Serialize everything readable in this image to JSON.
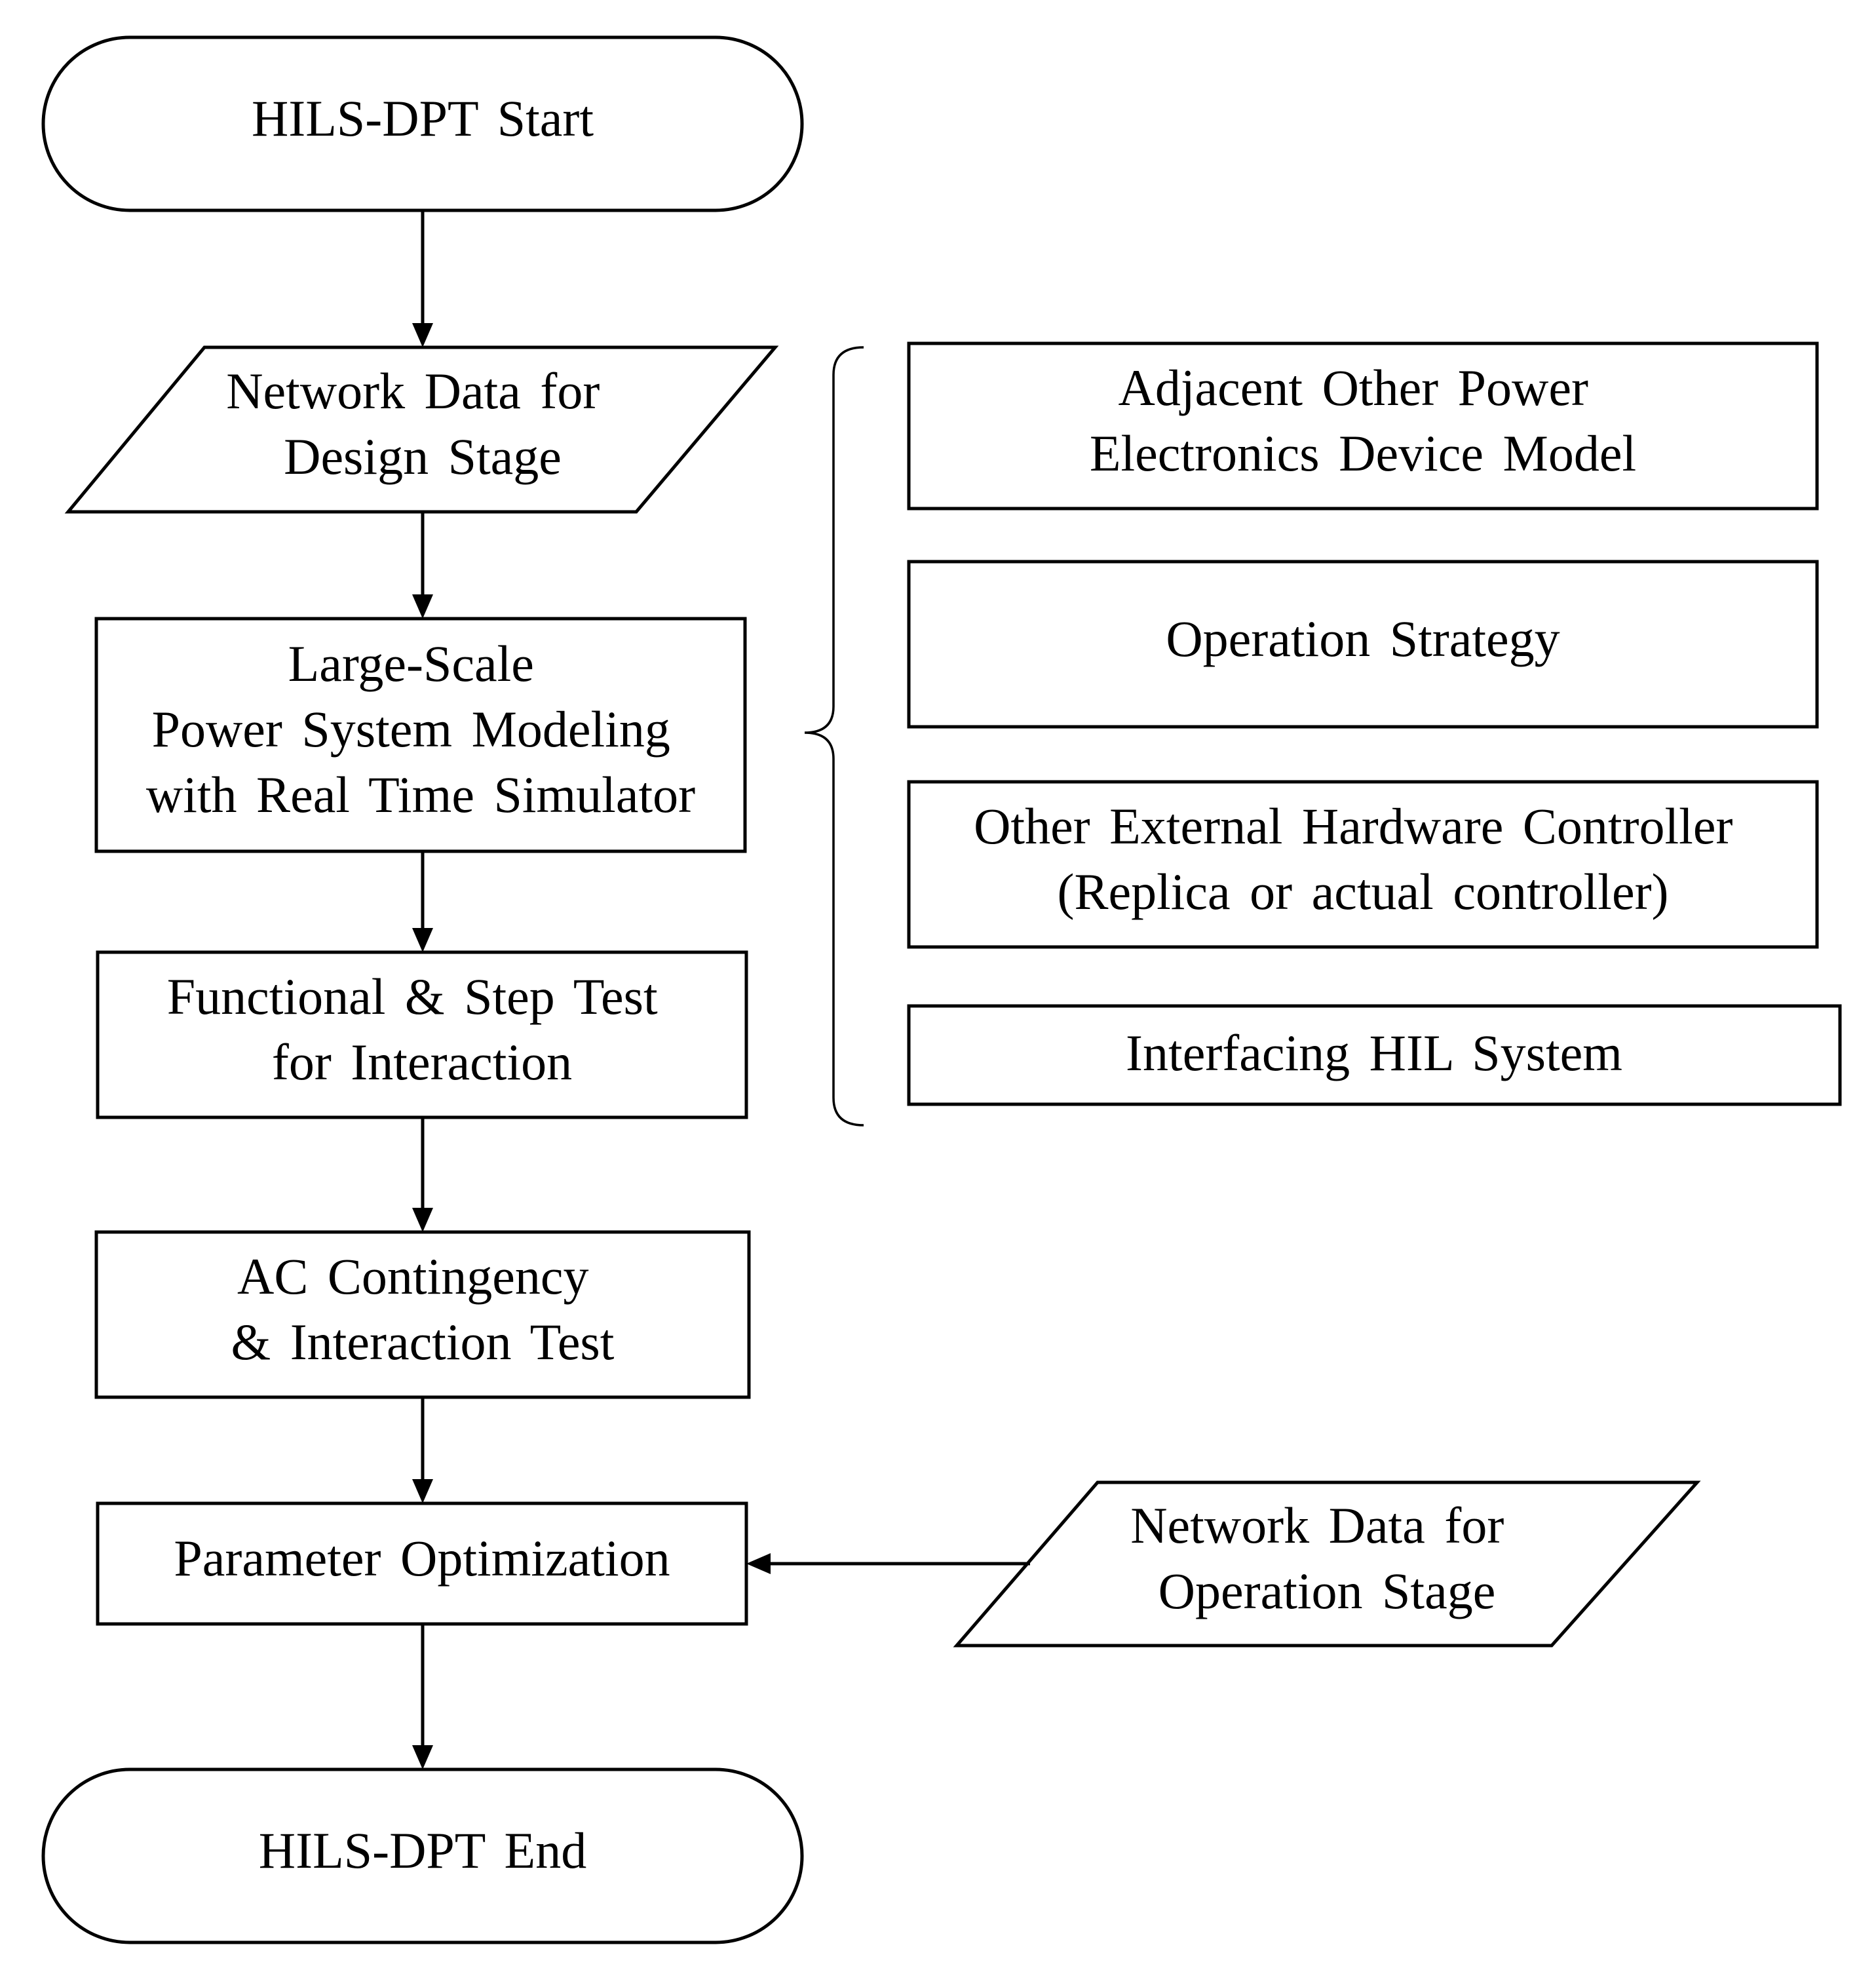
{
  "nodes": {
    "start": {
      "lines": [
        "HILS-DPT Start"
      ]
    },
    "network_design": {
      "lines": [
        "Network Data for",
        "Design Stage"
      ]
    },
    "modeling": {
      "lines": [
        "Large-Scale",
        "Power System Modeling",
        "with Real Time Simulator"
      ]
    },
    "functional_test": {
      "lines": [
        "Functional & Step Test",
        "for Interaction"
      ]
    },
    "ac_contingency": {
      "lines": [
        "AC Contingency",
        "& Interaction Test"
      ]
    },
    "parameter_opt": {
      "lines": [
        "Parameter Optimization"
      ]
    },
    "end": {
      "lines": [
        "HILS-DPT End"
      ]
    },
    "adjacent": {
      "lines": [
        "Adjacent Other Power",
        "Electronics Device Model"
      ]
    },
    "operation_strategy": {
      "lines": [
        "Operation Strategy"
      ]
    },
    "external_hw": {
      "lines": [
        "Other External Hardware Controller",
        "(Replica or actual controller)"
      ]
    },
    "interfacing": {
      "lines": [
        "Interfacing HIL System"
      ]
    },
    "network_operation": {
      "lines": [
        "Network Data for",
        "Operation Stage"
      ]
    }
  },
  "edges": [
    {
      "from": "start",
      "to": "network_design"
    },
    {
      "from": "network_design",
      "to": "modeling"
    },
    {
      "from": "modeling",
      "to": "functional_test"
    },
    {
      "from": "functional_test",
      "to": "ac_contingency"
    },
    {
      "from": "ac_contingency",
      "to": "parameter_opt"
    },
    {
      "from": "parameter_opt",
      "to": "end"
    },
    {
      "from": "network_operation",
      "to": "parameter_opt"
    }
  ]
}
